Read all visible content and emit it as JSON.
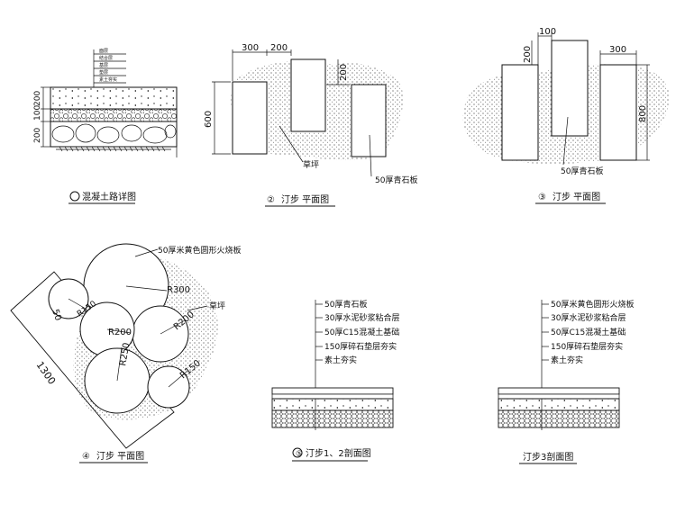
{
  "panel1": {
    "title": "混凝土路详图",
    "dims": [
      "200",
      "100",
      "200"
    ],
    "small_labels": [
      "面层",
      "结合层",
      "基层",
      "垫层",
      "素土夯实"
    ]
  },
  "panel2": {
    "title": "汀步 平面图",
    "number": "②",
    "dim_top_a": "300",
    "dim_top_b": "200",
    "dim_left": "600",
    "dim_right": "200",
    "label_grass": "草坪",
    "label_stone": "50厚青石板"
  },
  "panel3": {
    "title": "汀步 平面图",
    "number": "③",
    "dim_top_a": "100",
    "dim_left": "200",
    "dim_top_b": "300",
    "dim_right": "800",
    "label_stone": "50厚青石板"
  },
  "panel4": {
    "title": "汀步 平面图",
    "number": "④",
    "label_top": "50厚米黄色圆形火烧板",
    "label_grass": "草坪",
    "dim_r300": "R300",
    "dim_r150a": "R150",
    "dim_r200a": "R200",
    "dim_r200b": "R200",
    "dim_r250": "R250",
    "dim_r150b": "R150",
    "dim_50": "50",
    "dim_1300": "1300"
  },
  "panel5": {
    "title": "汀步1、2剖面图",
    "number": "⑤",
    "layers": [
      "50厚青石板",
      "30厚水泥砂浆粘合层",
      "50厚C15混凝土基础",
      "150厚碎石垫层夯实",
      "素土夯实"
    ]
  },
  "panel6": {
    "title": "汀步3剖面图",
    "layers": [
      "50厚米黄色圆形火烧板",
      "30厚水泥砂浆粘合层",
      "50厚C15混凝土基础",
      "150厚碎石垫层夯实",
      "素土夯实"
    ]
  }
}
